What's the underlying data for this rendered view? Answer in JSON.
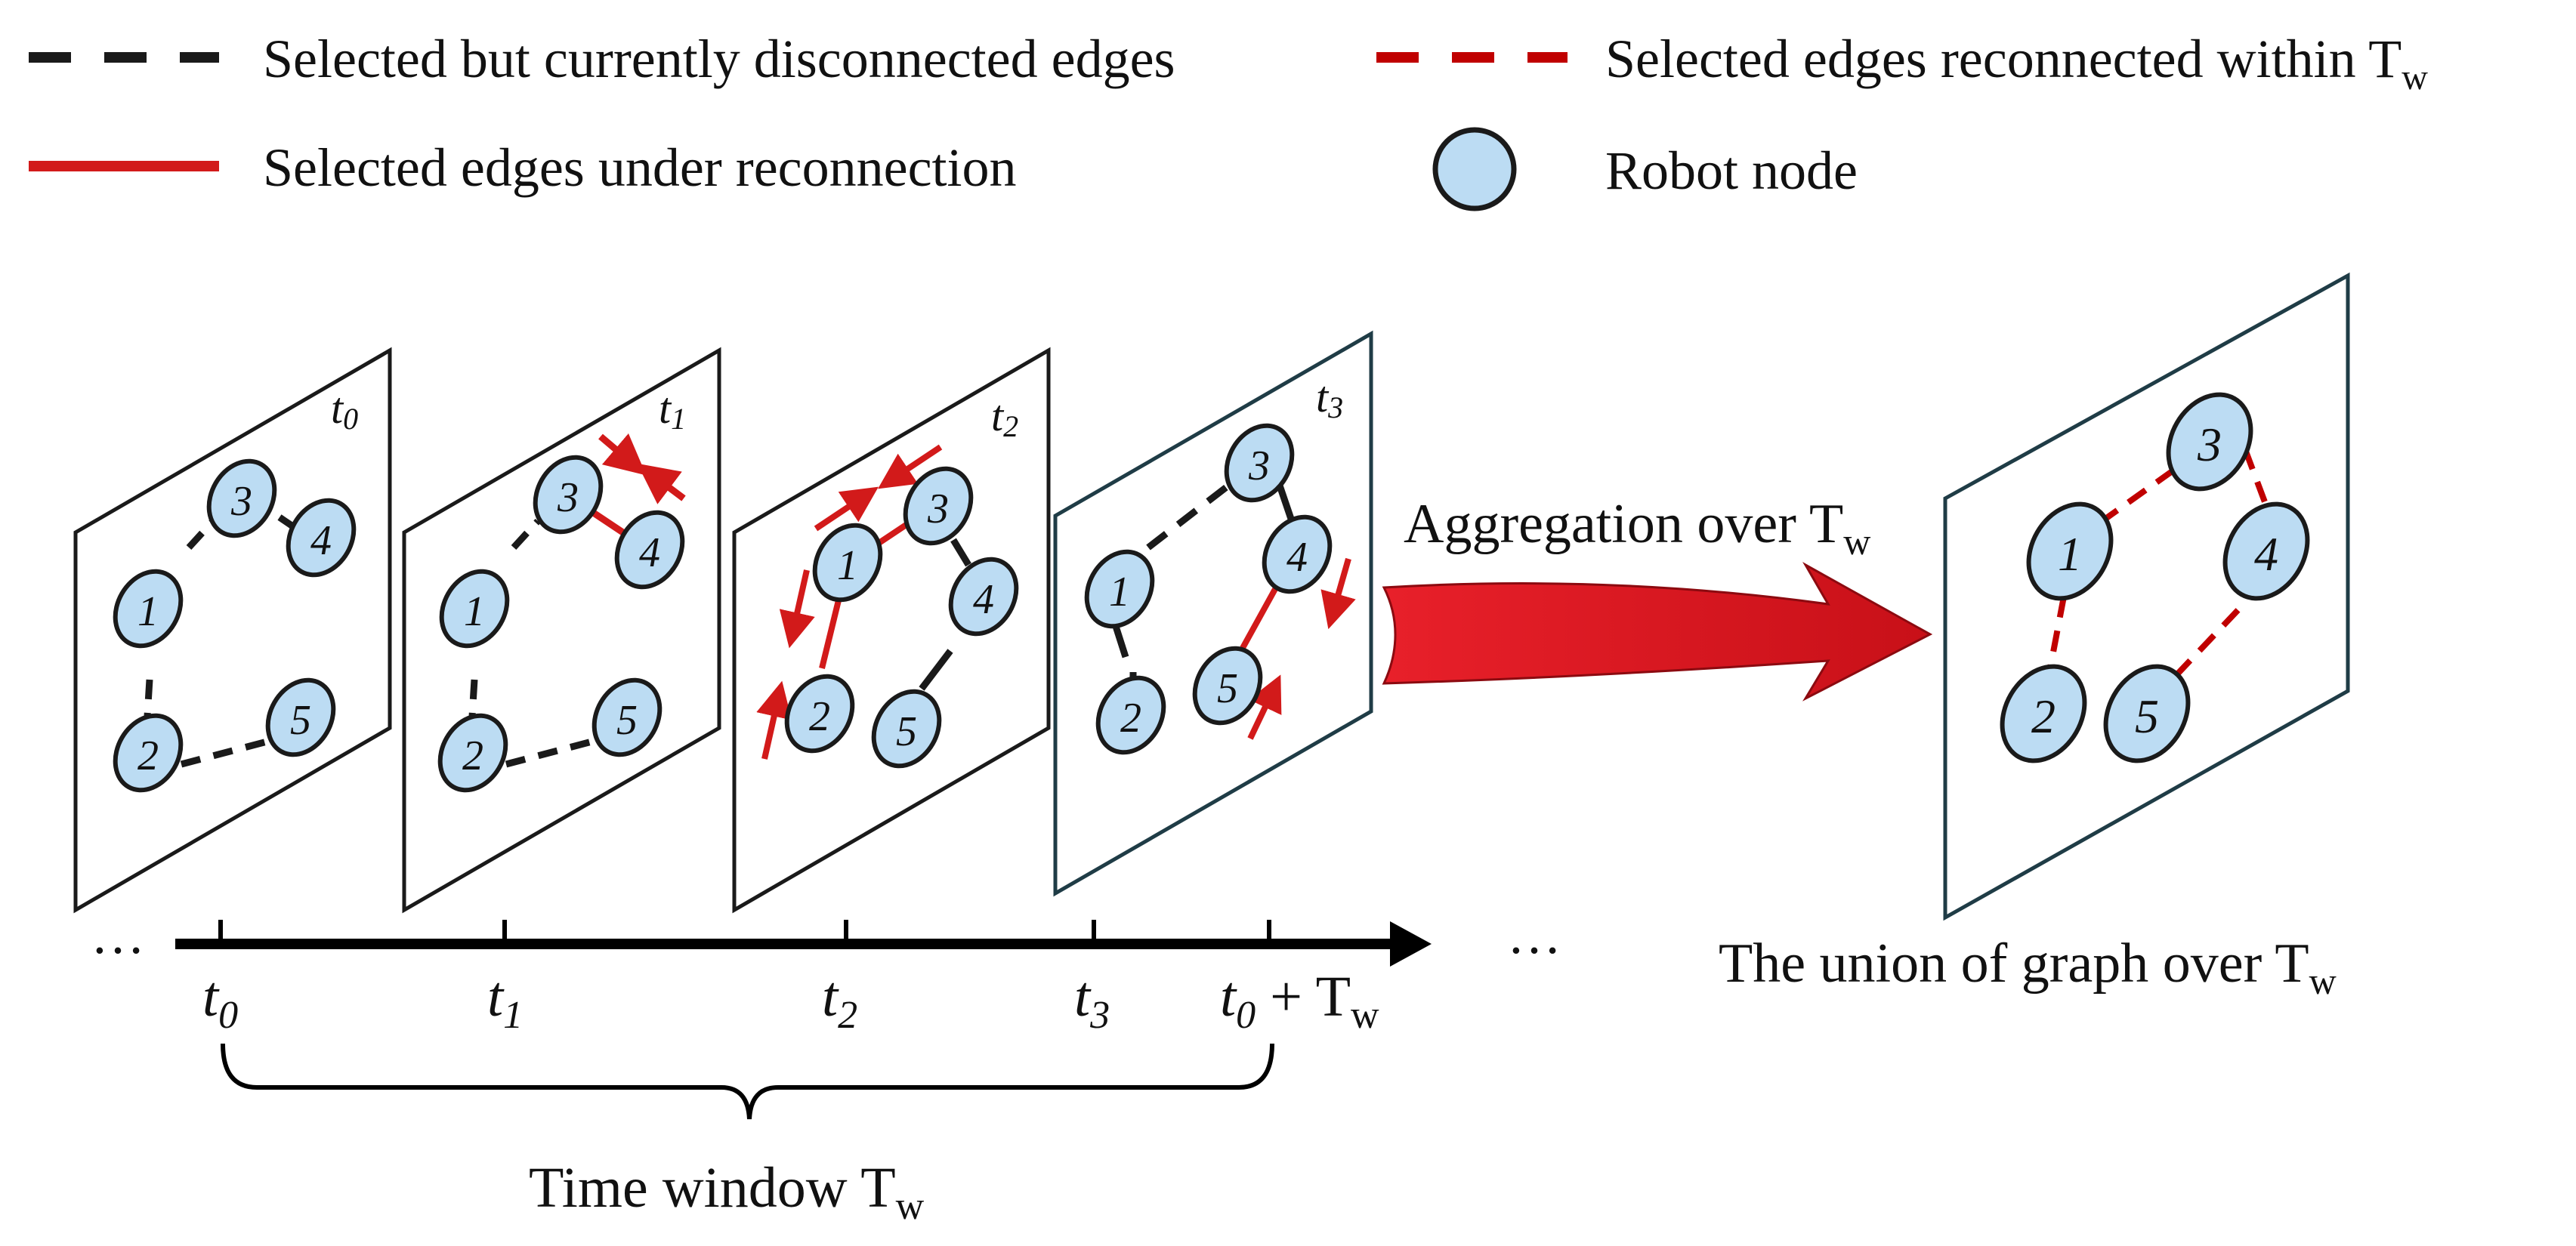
{
  "colors": {
    "black": "#1a1a1a",
    "red": "#d21a1a",
    "dark_red": "#c00000",
    "node_fill": "#bcdcf3",
    "node_stroke": "#1a1a1a",
    "panel_stroke_teal": "#1f3c46"
  },
  "legend": {
    "black_dashed": {
      "label": "Selected but currently disconnected edges"
    },
    "red_dashed": {
      "label_main": "Selected edges reconnected within T",
      "label_sub": "w"
    },
    "red_solid": {
      "label": "Selected edges under reconnection"
    },
    "node": {
      "label": "Robot node"
    }
  },
  "panels": [
    {
      "time_main": "t",
      "time_sub": "0"
    },
    {
      "time_main": "t",
      "time_sub": "1"
    },
    {
      "time_main": "t",
      "time_sub": "2"
    },
    {
      "time_main": "t",
      "time_sub": "3"
    }
  ],
  "nodes": [
    "1",
    "2",
    "3",
    "4",
    "5"
  ],
  "aggregation": {
    "label_main": "Aggregation over T",
    "label_sub": "w"
  },
  "union": {
    "label_main": "The union of graph over T",
    "label_sub": "w"
  },
  "timeline": {
    "ellipsis_left": "…",
    "ellipsis_right": "…",
    "ticks": [
      {
        "main": "t",
        "sub": "0",
        "suffix": ""
      },
      {
        "main": "t",
        "sub": "1",
        "suffix": ""
      },
      {
        "main": "t",
        "sub": "2",
        "suffix": ""
      },
      {
        "main": "t",
        "sub": "3",
        "suffix": ""
      },
      {
        "main": "t",
        "sub": "0",
        "suffix": " + T",
        "suffix_sub": "w"
      }
    ]
  },
  "time_window": {
    "label_main": "Time window T",
    "label_sub": "w"
  }
}
